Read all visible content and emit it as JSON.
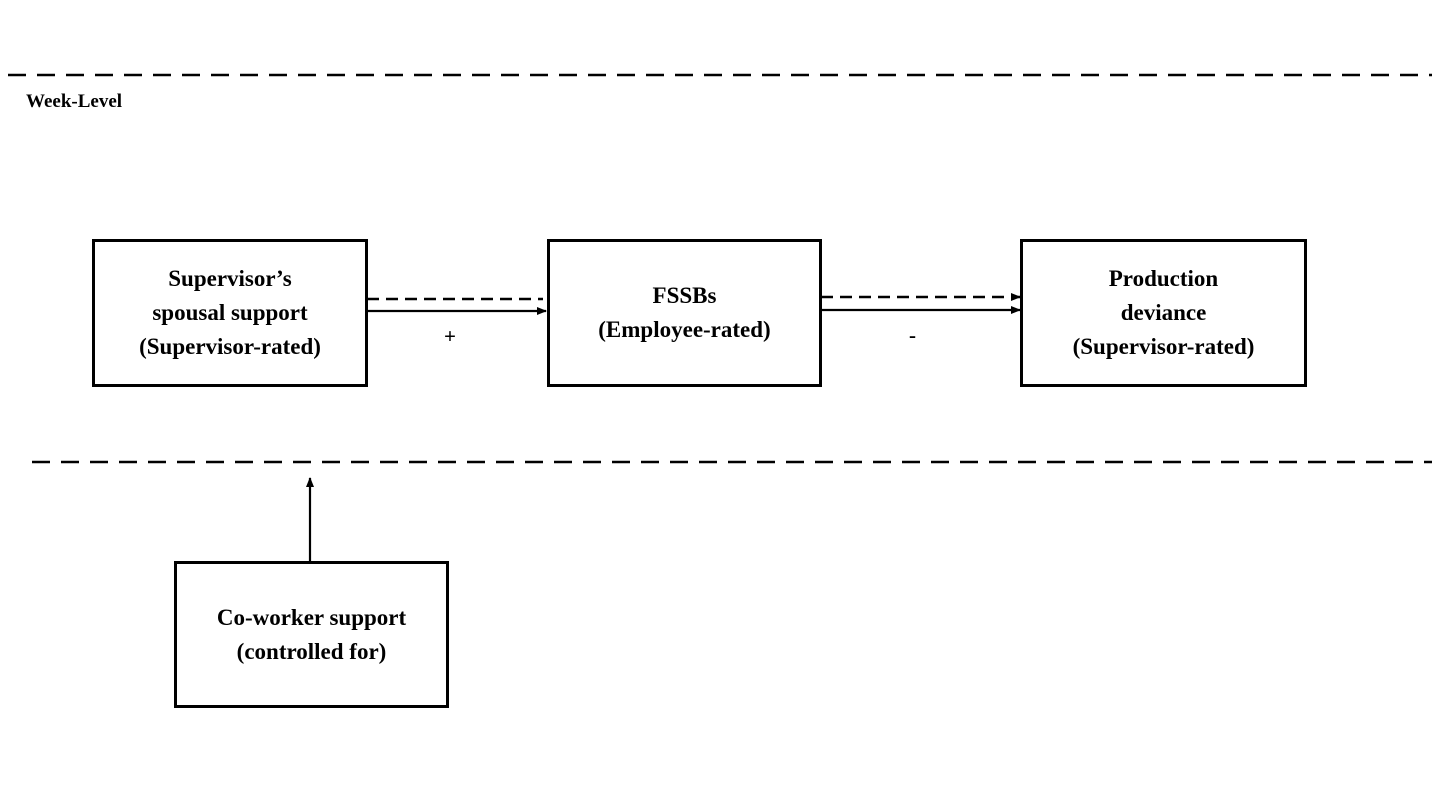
{
  "level_label": "Week-Level",
  "nodes": {
    "supervisor_spousal_support": {
      "lines": [
        "Supervisor’s",
        "spousal support",
        "(Supervisor-rated)"
      ]
    },
    "fssbs": {
      "lines": [
        "FSSBs",
        "(Employee-rated)"
      ]
    },
    "production_deviance": {
      "lines": [
        "Production",
        "deviance",
        "(Supervisor-rated)"
      ]
    },
    "coworker_support": {
      "lines": [
        "Co-worker support",
        "(controlled for)"
      ]
    }
  },
  "path_signs": {
    "spousal_to_fssbs": "+",
    "fssbs_to_deviance": "-"
  },
  "edges": [
    {
      "from": "supervisor_spousal_support",
      "to": "fssbs",
      "style": "dashed"
    },
    {
      "from": "supervisor_spousal_support",
      "to": "fssbs",
      "style": "solid"
    },
    {
      "from": "fssbs",
      "to": "production_deviance",
      "style": "dashed"
    },
    {
      "from": "fssbs",
      "to": "production_deviance",
      "style": "solid"
    },
    {
      "from": "coworker_support",
      "to": "week_level_boundary",
      "style": "solid"
    }
  ],
  "colors": {
    "stroke": "#000000",
    "background": "#ffffff"
  }
}
